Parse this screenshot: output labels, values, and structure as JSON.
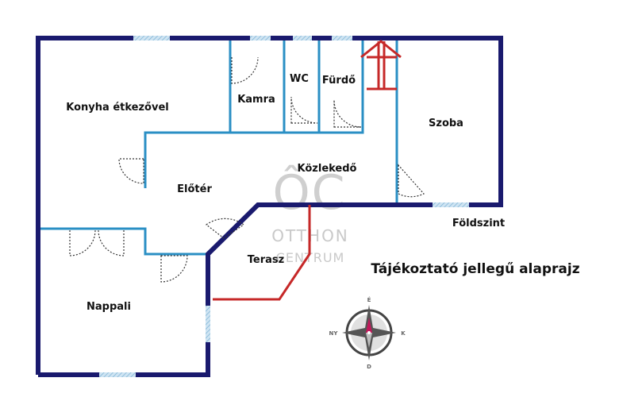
{
  "rooms": {
    "konyha": "Konyha étkezővel",
    "kamra": "Kamra",
    "wc": "WC",
    "furdo": "Fürdő",
    "szoba": "Szoba",
    "kozlekedo": "Közlekedő",
    "eloter": "Előtér",
    "terasz": "Terasz",
    "nappali": "Nappali"
  },
  "level": "Földszint",
  "title": "Tájékoztató jellegű alaprajz",
  "watermark": {
    "logo": "ÔC",
    "line1": "OTTHON",
    "line2": "CENTRUM"
  },
  "compass": {
    "north": "É",
    "south": "D",
    "east": "K",
    "west": "NY"
  },
  "colors": {
    "outer_wall": "#1a1a6e",
    "inner_wall": "#2a8fc4",
    "stair": "#c62828",
    "window": "#a8cfe6",
    "door": "#333333"
  }
}
